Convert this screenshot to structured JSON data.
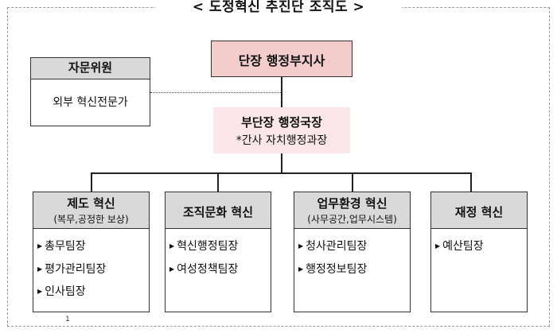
{
  "title": "< 도정혁신 추진단 조직도 >",
  "chief": "단장 행정부지사",
  "deputy": {
    "title": "부단장 행정국장",
    "note": "*간사 자치행정과장"
  },
  "advisory": {
    "header": "자문위원",
    "body": "외부 혁신전문가"
  },
  "units": [
    {
      "header": "제도 혁신",
      "sub": "(복무,공정한 보상)",
      "items": [
        "총무팀장",
        "평가관리팀장",
        "인사팀장"
      ]
    },
    {
      "header": "조직문화 혁신",
      "sub": "",
      "items": [
        "혁신행정팀장",
        "여성정책팀장"
      ]
    },
    {
      "header": "업무환경 혁신",
      "sub": "(사무공간,업무시스템)",
      "items": [
        "청사관리팀장",
        "행정정보팀장"
      ]
    },
    {
      "header": "재정 혁신",
      "sub": "",
      "items": [
        "예산팀장"
      ]
    }
  ],
  "page_number": "1",
  "colors": {
    "chief_fill": "#f4cccc",
    "deputy_fill": "#fbe7ea",
    "header_fill": "#d9d9d9"
  }
}
